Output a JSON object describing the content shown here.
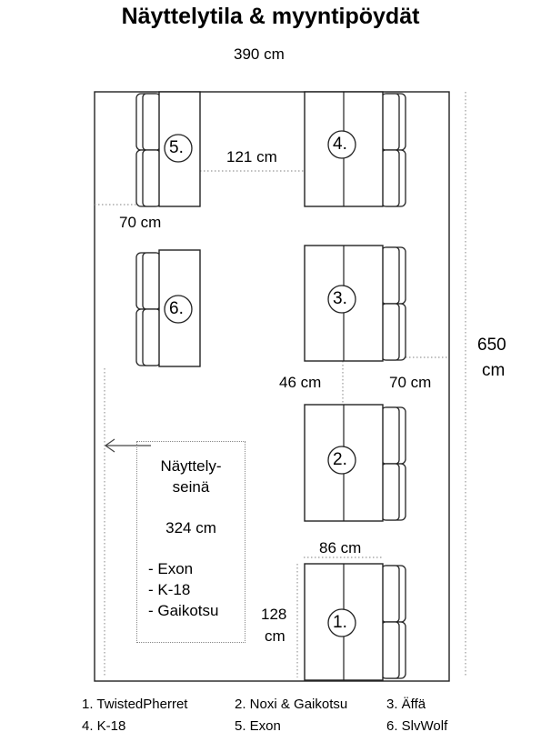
{
  "title": "Näyttelytila & myyntipöydät",
  "dimensions": {
    "width": "390 cm",
    "height_value": "650",
    "height_unit": "cm",
    "gap_top": "121 cm",
    "gap_left": "70 cm",
    "gap_mid": "46 cm",
    "gap_right": "70 cm",
    "table_width": "86 cm",
    "table_length_value": "128",
    "table_length_unit": "cm"
  },
  "wall": {
    "line1": "Näyttely-",
    "line2": "seinä",
    "length": "324 cm",
    "items": [
      "- Exon",
      "- K-18",
      "- Gaikotsu"
    ]
  },
  "tables": [
    {
      "number": "1."
    },
    {
      "number": "2."
    },
    {
      "number": "3."
    },
    {
      "number": "4."
    },
    {
      "number": "5."
    },
    {
      "number": "6."
    }
  ],
  "legend": [
    "1. TwistedPherret",
    "2. Noxi & Gaikotsu",
    "3. Äffä",
    "4. K-18",
    "5. Exon",
    "6. SlvWolf"
  ]
}
